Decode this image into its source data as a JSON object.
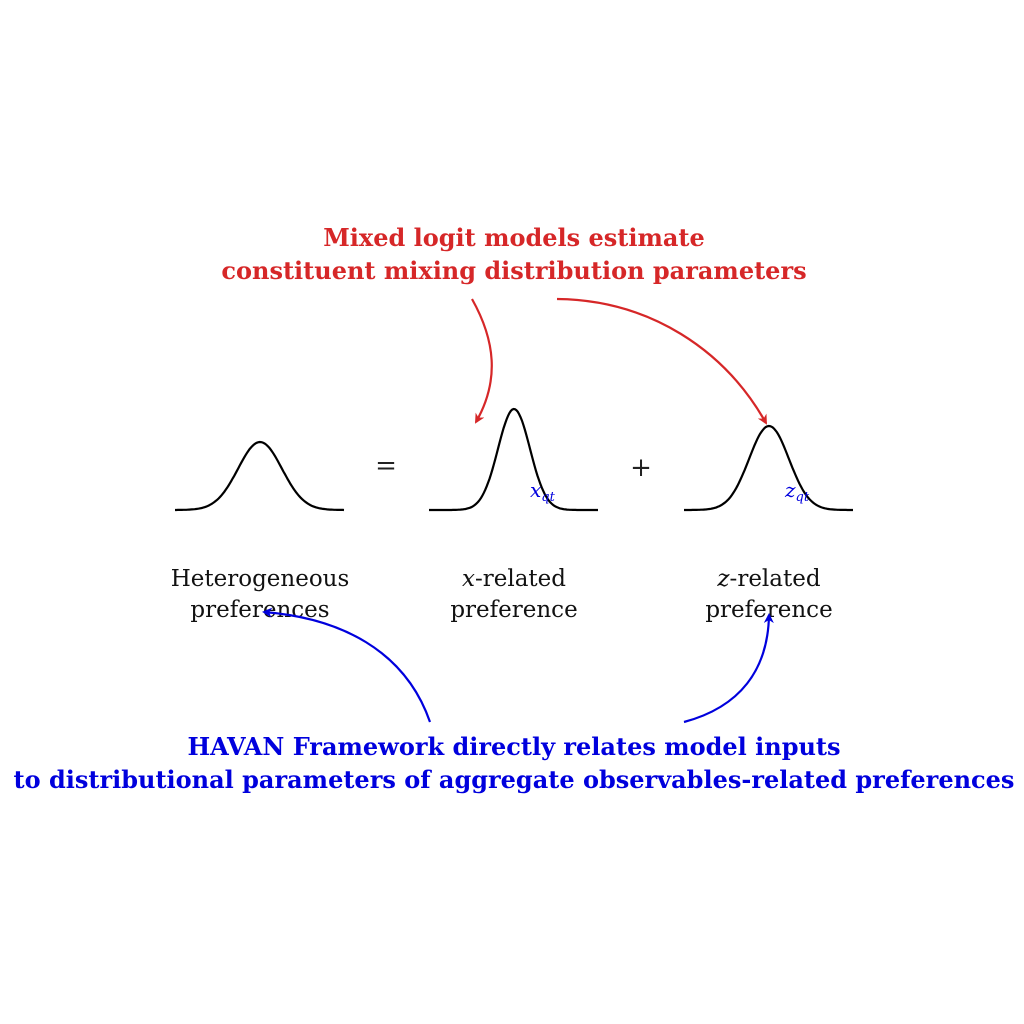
{
  "colors": {
    "top_annotation": "#d62728",
    "bottom_annotation": "#0000dd",
    "curve": "#000000",
    "symbol": "#0000dd"
  },
  "top_annotation": {
    "line1": "Mixed logit models estimate",
    "line2": "constituent mixing distribution parameters"
  },
  "bottom_annotation": {
    "line1": "HAVAN Framework directly relates model inputs",
    "line2": "to distributional parameters of aggregate observables-related preferences"
  },
  "operators": {
    "equals": "=",
    "plus": "+"
  },
  "nodes": {
    "heterogeneous": {
      "line1": "Heterogeneous",
      "line2": "preferences"
    },
    "x_related": {
      "var": "x",
      "line1_rest": "-related",
      "line2": "preference",
      "symbol": "x",
      "subscript": "qt"
    },
    "z_related": {
      "var": "z",
      "line1_rest": "-related",
      "line2": "preference",
      "symbol": "z",
      "subscript": "qt"
    }
  }
}
